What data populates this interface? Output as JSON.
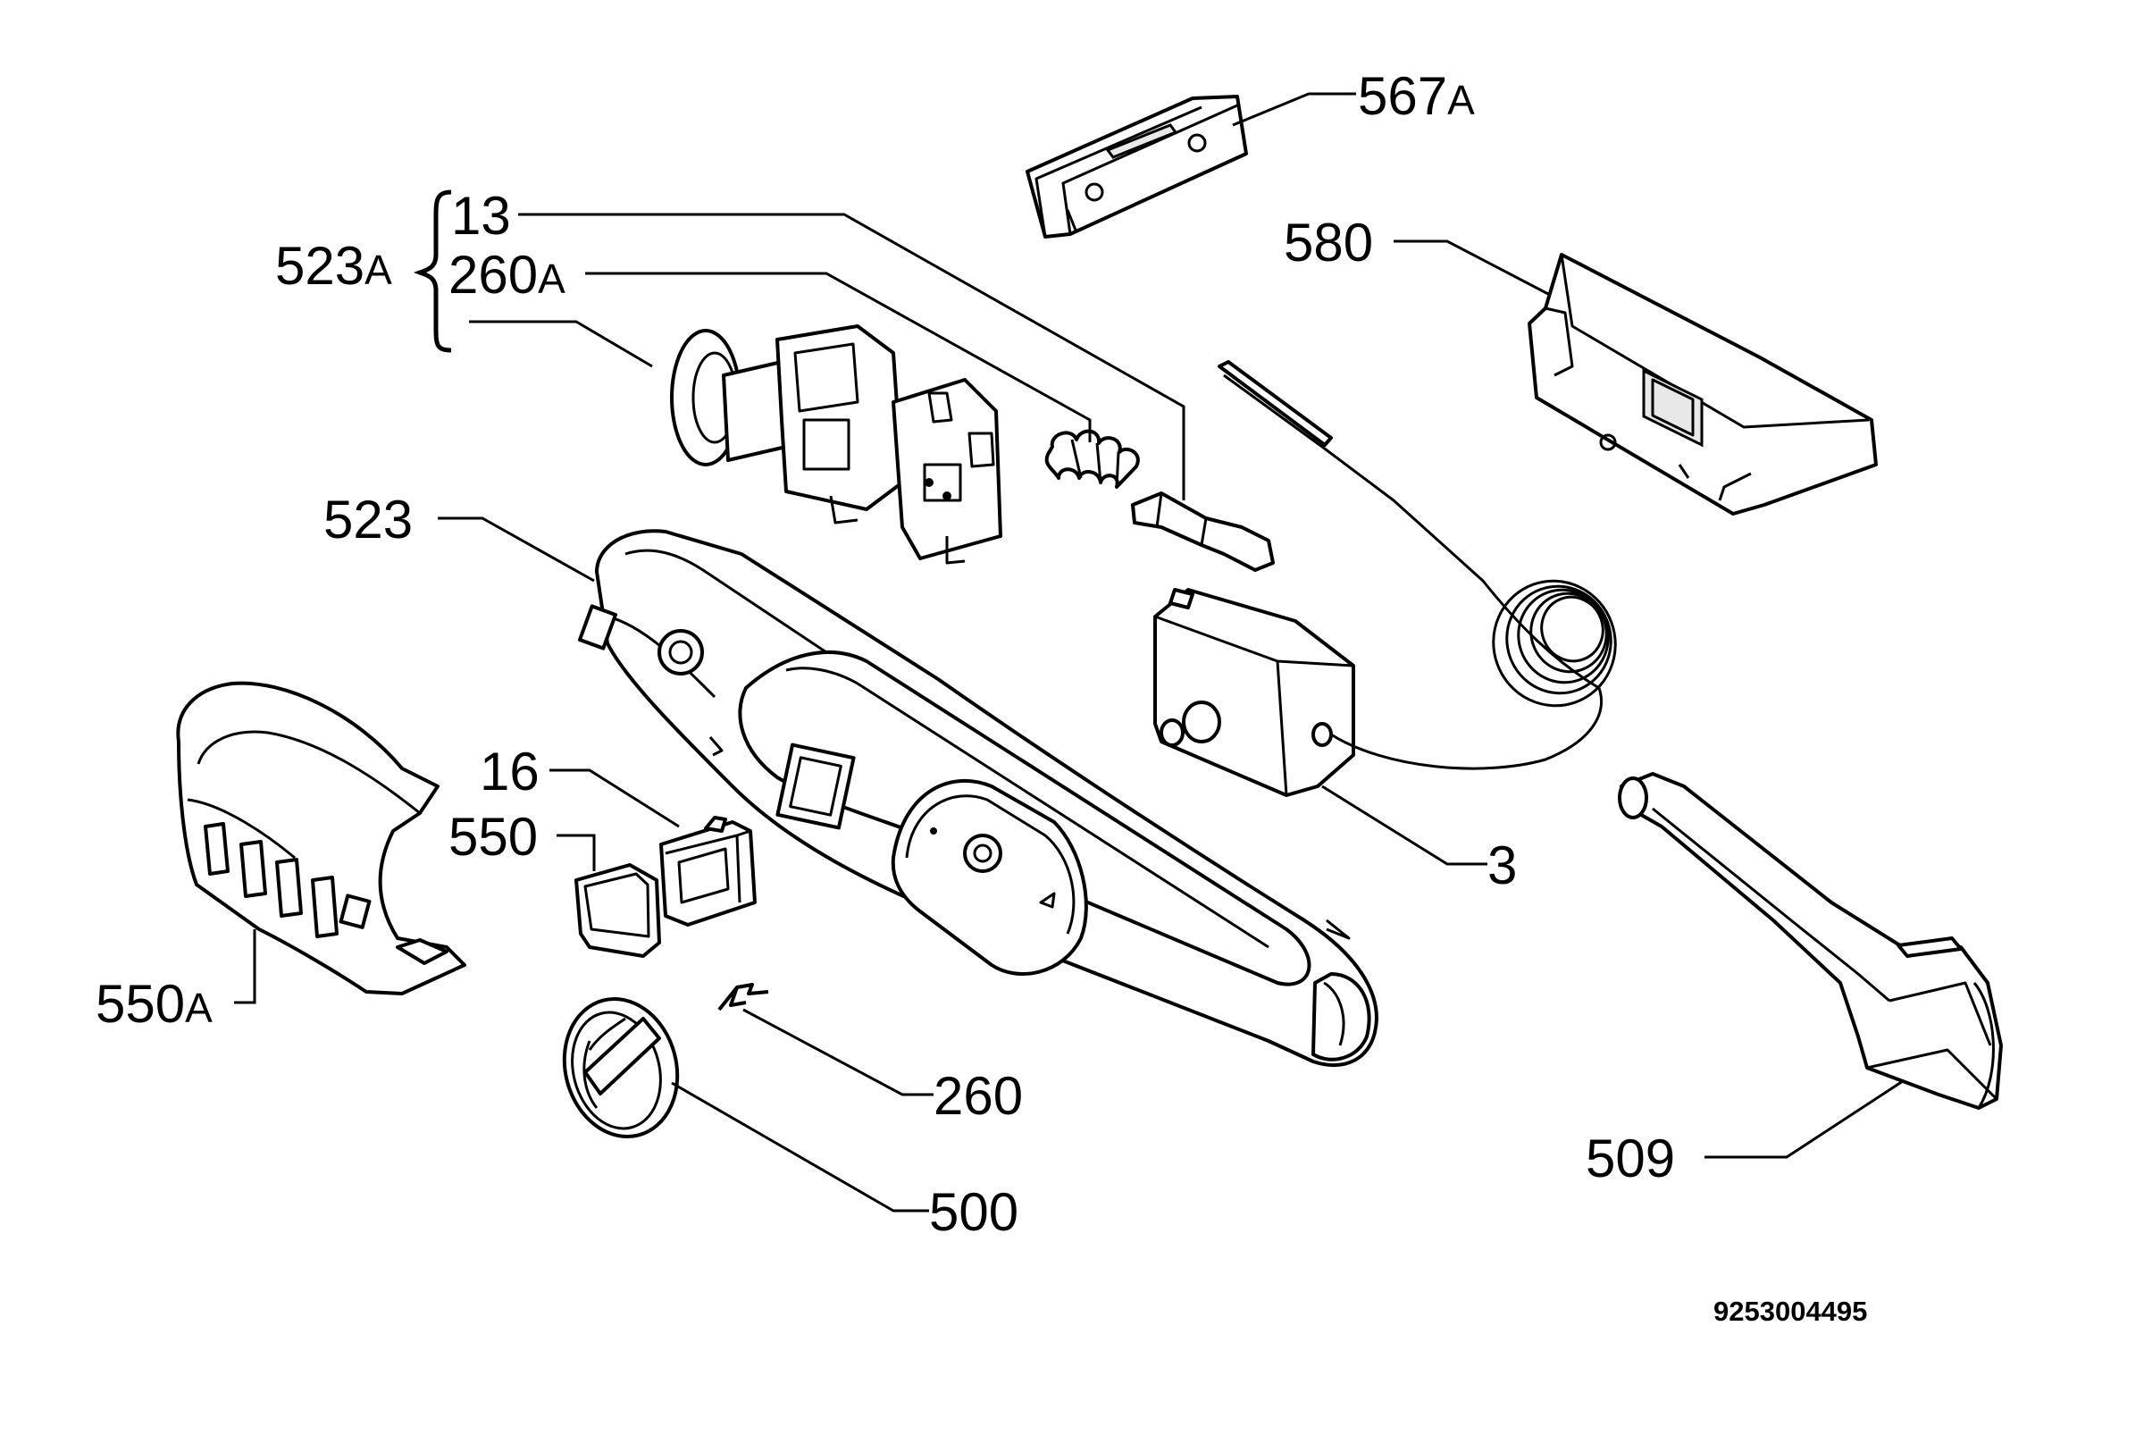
{
  "diagram": {
    "labels": {
      "p567a": {
        "num": "567",
        "suffix": "A"
      },
      "p13": {
        "num": "13"
      },
      "p523a": {
        "num": "523",
        "suffix": "A"
      },
      "p260a": {
        "num": "260",
        "suffix": "A"
      },
      "p580": {
        "num": "580"
      },
      "p523": {
        "num": "523"
      },
      "p16": {
        "num": "16"
      },
      "p550": {
        "num": "550"
      },
      "p550a": {
        "num": "550",
        "suffix": "A"
      },
      "p3": {
        "num": "3"
      },
      "p260": {
        "num": "260"
      },
      "p500": {
        "num": "500"
      },
      "p509": {
        "num": "509"
      }
    },
    "document_number": "9253004495"
  }
}
